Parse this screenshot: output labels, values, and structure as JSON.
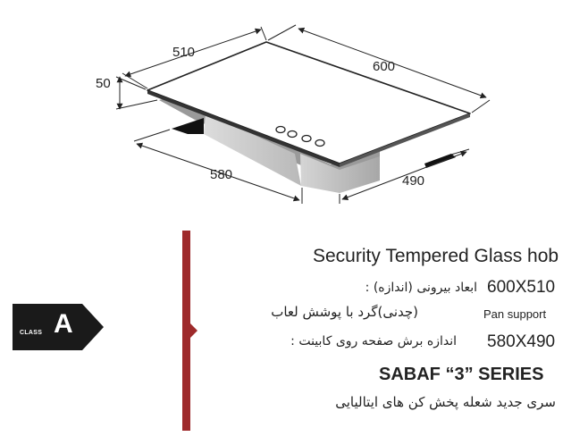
{
  "diagram": {
    "dimensions": {
      "width_depth": "510",
      "width_length": "600",
      "height": "50",
      "cutout_length": "580",
      "cutout_depth": "490"
    }
  },
  "energy_class": {
    "small_label": "CLASS",
    "grade": "A",
    "color": "#1a1a1a"
  },
  "accent_color": "#9e2a2b",
  "specs": {
    "title": "Security Tempered Glass hob",
    "outer_dims_fa": "ابعاد بیرونی (اندازه) :",
    "outer_dims_value": "600X510",
    "pan_support_fa": "(چدنی)گرد  با پوشش لعاب",
    "pan_support_en": "Pan support",
    "cutout_fa": "اندازه برش صفحه روی کابینت :",
    "cutout_value": "580X490",
    "series": "SABAF  “3” SERIES",
    "series_fa": "سری جدید شعله پخش کن های ایتالیایی"
  }
}
